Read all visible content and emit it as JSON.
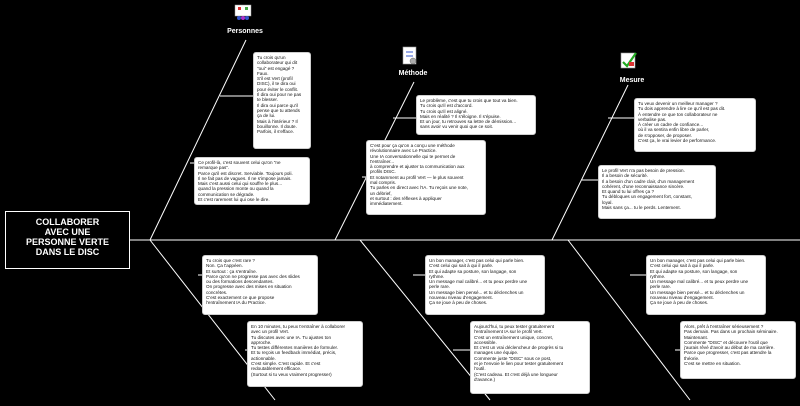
{
  "root": {
    "lines": [
      "COLLABORER",
      "AVEC UNE",
      "PERSONNE VERTE",
      "DANS LE DISC"
    ]
  },
  "categories": [
    {
      "label": "Personnes",
      "icon": "people-board-icon"
    },
    {
      "label": "Méthode",
      "icon": "checklist-icon"
    },
    {
      "label": "Mesure",
      "icon": "checkmark-chart-icon"
    }
  ],
  "notes": [
    {
      "id": "p1",
      "lines": [
        "Tu crois qu'un",
        "collaborateur qui dit",
        "\"oui\" est engagé ?",
        "Faux.",
        "S'il est Vert (profil",
        "DISC), il te dira oui",
        "pour éviter le conflit.",
        "Il dira oui pour ne pas",
        "te blesser.",
        "Il dira oui parce qu'il",
        "pense que tu attends",
        "ça de lui.",
        "Mais à l'intérieur ? Il",
        "bouillonne. Il doute.",
        "Parfois, il s'efface."
      ]
    },
    {
      "id": "p2",
      "lines": [
        "Ce profil-là, c'est souvent celui qu'on \"ne",
        "remarque pas\".",
        "Parce qu'il est discret. Serviable. Toujours poli.",
        "Il ne fait pas de vagues. Il ne s'impose jamais.",
        "Mais c'est aussi celui qui souffre le plus...",
        "quand la pression monte ou quand la",
        "communication se dégrade.",
        "Et c'est rarement lui qui ose le dire."
      ]
    },
    {
      "id": "m1",
      "lines": [
        "Le problème, c'est que tu crois que tout va bien.",
        "Tu crois qu'il est d'accord.",
        "Tu crois qu'il est aligné.",
        "Mais en réalité ? Il s'éloigne. Il s'épuise.",
        "Et un jour, tu retrouves sa lettre de démission...",
        "sans avoir vu venir quoi que ce soit."
      ]
    },
    {
      "id": "m2",
      "lines": [
        "C'est pour ça qu'on a conçu une méthode",
        "révolutionnaire avec Le Practice.",
        "Une IA conversationnelle qui te permet de",
        "t'entraîner...",
        "à comprendre et ajuster ta communication aux",
        "profils DISC.",
        "Et notamment au profil Vert — le plus souvent",
        "mal compris.",
        "Tu parles en direct avec l'IA. Tu reçois une note,",
        "un débrief,",
        "et surtout : des réflexes à appliquer",
        "immédiatement."
      ]
    },
    {
      "id": "s1",
      "lines": [
        "Tu veux devenir un meilleur manager ?",
        "Tu dois apprendre à lire ce qu'il est pas dit.",
        "À entendre ce que ton collaborateur ne",
        "verbalise pas.",
        "À créer un cadre de confiance...",
        "où il va sentira enfin libre de parler,",
        "de s'opposer, de proposer.",
        "C'est ça, le vrai levier de performance."
      ]
    },
    {
      "id": "s2",
      "lines": [
        "Le profil Vert n'a pas besoin de pression.",
        "Il a besoin de sécurité.",
        "Il a besoin d'un cadre clair, d'un management",
        "cohérent, d'une reconnaissance sincère.",
        "Et quand tu lui offres ça ?",
        "Tu débloques un engagement fort, constant,",
        "loyal.",
        "Mais sans ça... tu le perds. Lentement."
      ]
    },
    {
      "id": "p3",
      "lines": [
        "Tu crois que c'est rare ?",
        "Non. Ça t'appéen.",
        "Et surtout : ça s'entraîne.",
        "Parce qu'on ne progresse pas avec des slides",
        "ou des formations descendantes.",
        "On progresse avec des mises en situation",
        "concrètes.",
        "C'est exactement ce que propose",
        "l'entraînement IA du Practice."
      ]
    },
    {
      "id": "p4",
      "lines": [
        "En 10 minutes, tu peux t'entraîner à collaborer",
        "avec un profil Vert.",
        "Tu discutes avec une IA. Tu ajustes ton",
        "approche.",
        "Tu testes différentes manières de formuler.",
        "Et tu reçois un feedback immédiat, précis,",
        "actionnable.",
        "C'est simple. C'est rapide. Et c'est",
        "redoutablement efficace.",
        "(Surtout si tu veux vraiment progresser)"
      ]
    },
    {
      "id": "m3",
      "lines": [
        "Un bon manager, c'est pas celui qui parle bien.",
        "C'est celui qui sait à qui il parle.",
        "Et qui adapte sa posture, son langage, son",
        "rythme.",
        "Un message mal calibré... et tu peux perdre une",
        "perle rare.",
        "Un message bien pensé... et tu déclenches un",
        "nouveau niveau d'engagement.",
        "Ça se joue à peu de choses."
      ]
    },
    {
      "id": "m4",
      "lines": [
        "Aujourd'hui, tu peux tester gratuitement",
        "l'entraînement IA sur le profil Vert.",
        "C'est un entraînement unique, concret,",
        "accessible.",
        "Et c'est un vrai déclencheur de progrès si tu",
        "manages une équipe.",
        "Commente juste \"DISC\" sous ce post,",
        "et je t'envoie le lien pour tester gratuitement",
        "l'outil.",
        "(C'est cadeau. Et c'est déjà une longueur",
        "d'avance.)"
      ]
    },
    {
      "id": "s3",
      "lines": [
        "Un bon manager, c'est pas celui qui parle bien.",
        "C'est celui qui sait à qui il parle.",
        "Et qui adapte sa posture, son langage, son",
        "rythme.",
        "Un message mal calibré... et tu peux perdre une",
        "perle rare.",
        "Un message bien pensé... et tu déclenches un",
        "nouveau niveau d'engagement.",
        "Ça se joue à peu de choses."
      ]
    },
    {
      "id": "s4",
      "lines": [
        "Alors, prêt à t'entraîner sérieusement ?",
        "Pas demain. Pas dans un prochain séminaire.",
        "Maintenant.",
        "Commente \"DISC\" et découvre l'outil que",
        "j'aurais rêvé d'avoir au début de ma carrière.",
        "Parce que progresser, c'est pas attendre la",
        "théorie.",
        "C'est se mettre en situation."
      ]
    }
  ]
}
